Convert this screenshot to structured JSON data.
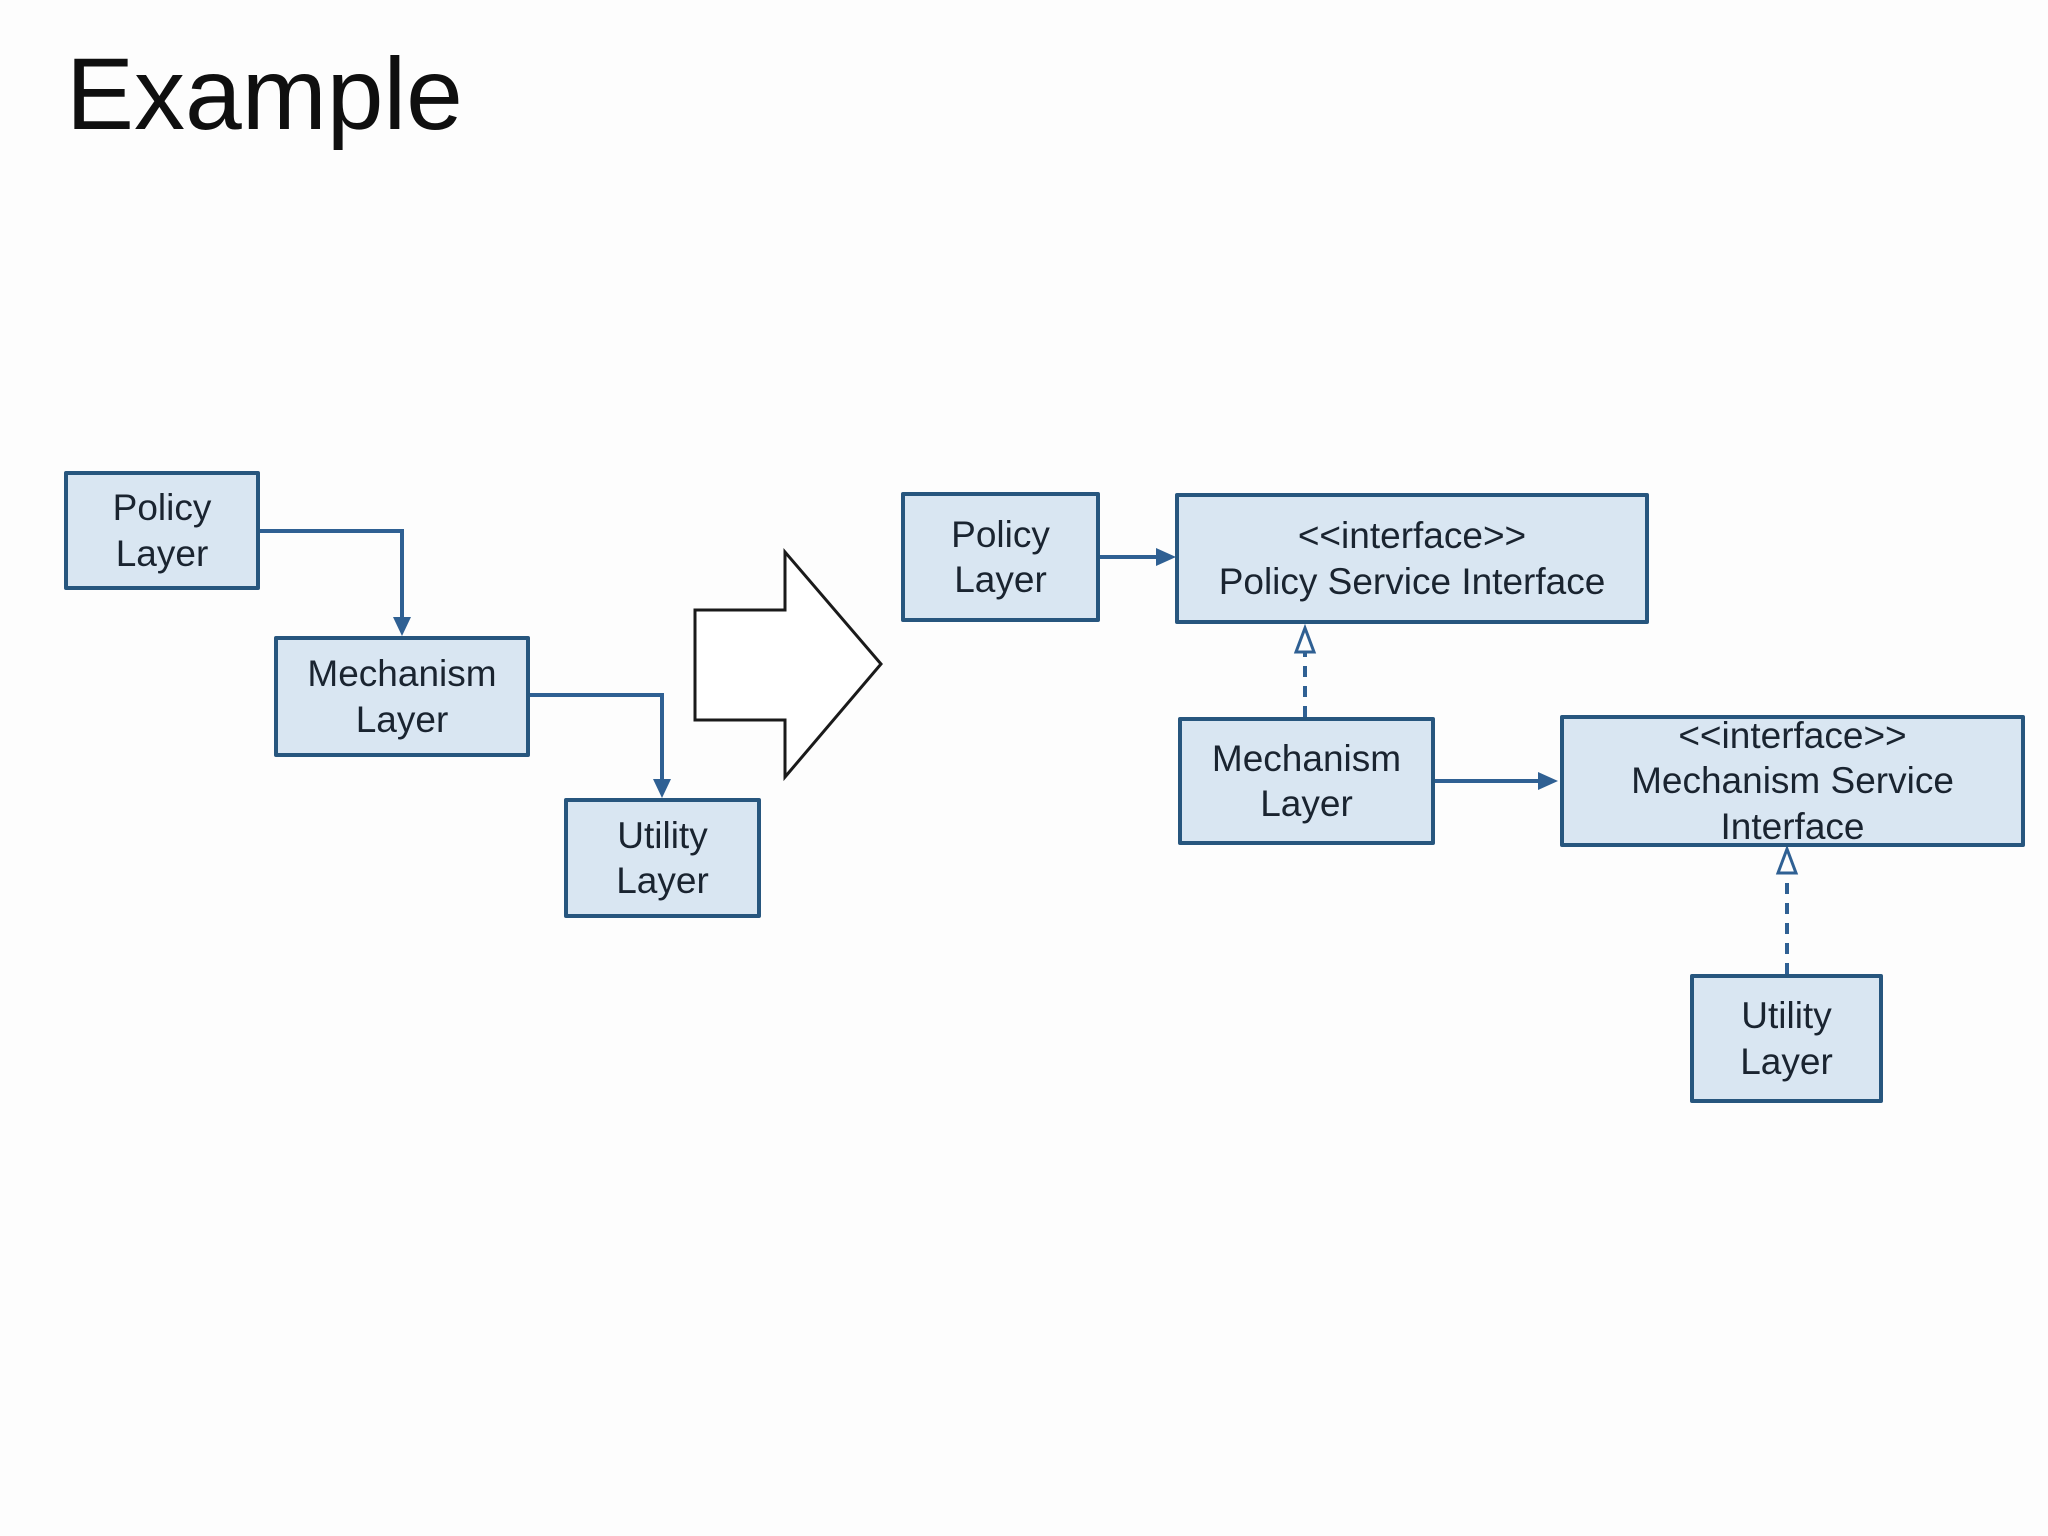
{
  "slide": {
    "title": "Example"
  },
  "colors": {
    "box_fill": "#d9e6f2",
    "box_border": "#27567e",
    "connector": "#2f6093",
    "transform_arrow_outline": "#1a1a1a",
    "background": "#fdfdfd",
    "title_color": "#0f0f0f",
    "box_text": "#1a2430"
  },
  "before_diagram": {
    "policy_box": {
      "line1": "Policy",
      "line2": "Layer"
    },
    "mechanism_box": {
      "line1": "Mechanism",
      "line2": "Layer"
    },
    "utility_box": {
      "line1": "Utility",
      "line2": "Layer"
    }
  },
  "after_diagram": {
    "policy_box": {
      "line1": "Policy",
      "line2": "Layer"
    },
    "policy_interface_box": {
      "stereotype": "<<interface>>",
      "name": "Policy Service Interface"
    },
    "mechanism_box": {
      "line1": "Mechanism",
      "line2": "Layer"
    },
    "mechanism_interface_box": {
      "stereotype": "<<interface>>",
      "name": "Mechanism Service Interface"
    },
    "utility_box": {
      "line1": "Utility",
      "line2": "Layer"
    }
  }
}
